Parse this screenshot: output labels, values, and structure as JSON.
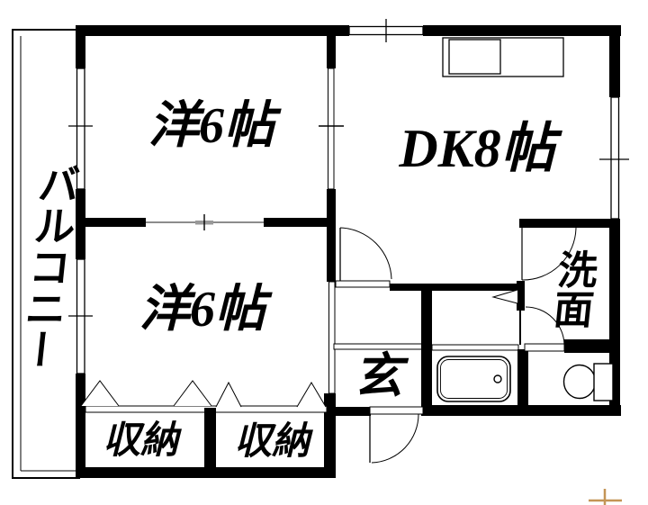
{
  "colors": {
    "walls": "#000000",
    "background": "#ffffff",
    "survey_mark": "#c49556"
  },
  "rooms": {
    "balcony": {
      "label": "バルコニー"
    },
    "western_room_top": {
      "label": "洋6帖"
    },
    "dining_kitchen": {
      "label": "DK8帖"
    },
    "western_room_bottom": {
      "label": "洋6帖"
    },
    "entrance": {
      "label": "玄"
    },
    "storage_left": {
      "label": "収納"
    },
    "storage_right": {
      "label": "収納"
    },
    "washroom": {
      "label": "洗面"
    }
  }
}
